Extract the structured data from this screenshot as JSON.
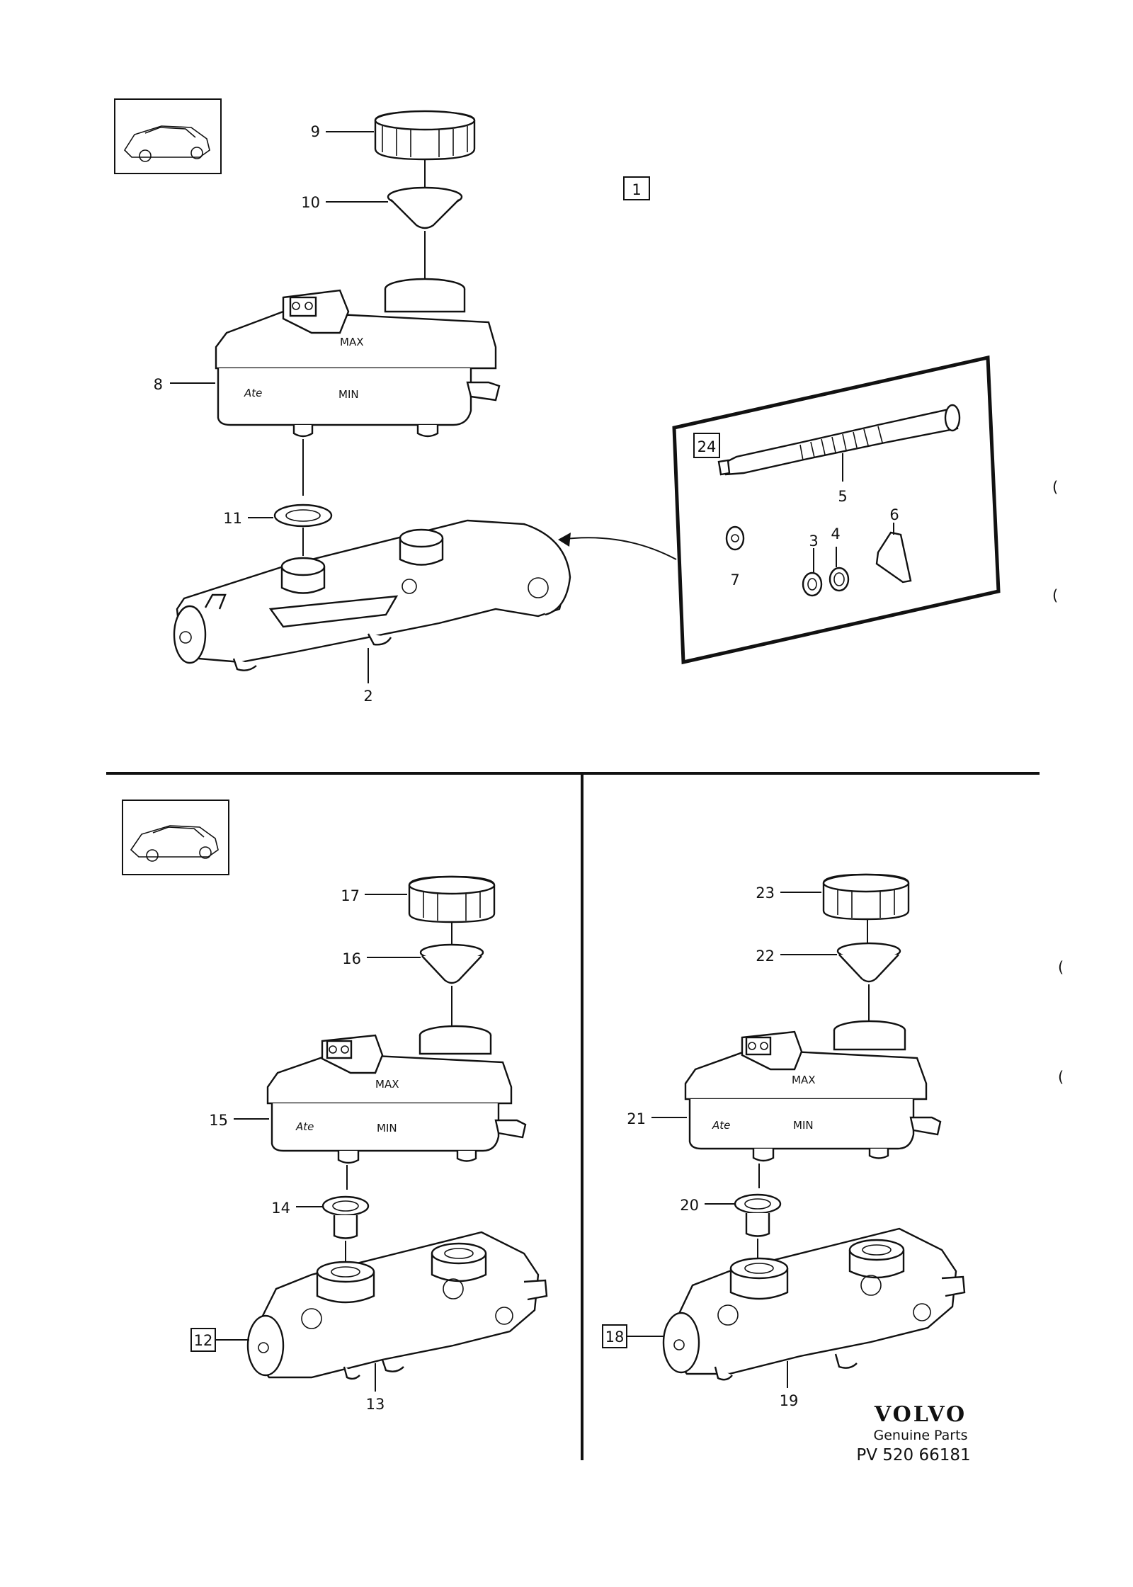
{
  "boxed_refs": {
    "main": "1",
    "kit": "24",
    "lower_left": "12",
    "lower_right": "18"
  },
  "callouts": {
    "c9": "9",
    "c10": "10",
    "c8": "8",
    "c11": "11",
    "c2": "2",
    "c5": "5",
    "c7": "7",
    "c3": "3",
    "c4": "4",
    "c6": "6",
    "c17": "17",
    "c16": "16",
    "c15": "15",
    "c14": "14",
    "c13": "13",
    "c23": "23",
    "c22": "22",
    "c21": "21",
    "c20": "20",
    "c19": "19"
  },
  "reservoir_markings": {
    "max": "MAX",
    "min": "MIN",
    "logo": "Ate"
  },
  "footer": {
    "brand": "VOLVO",
    "subtitle": "Genuine Parts",
    "code": "PV 520 66181"
  }
}
